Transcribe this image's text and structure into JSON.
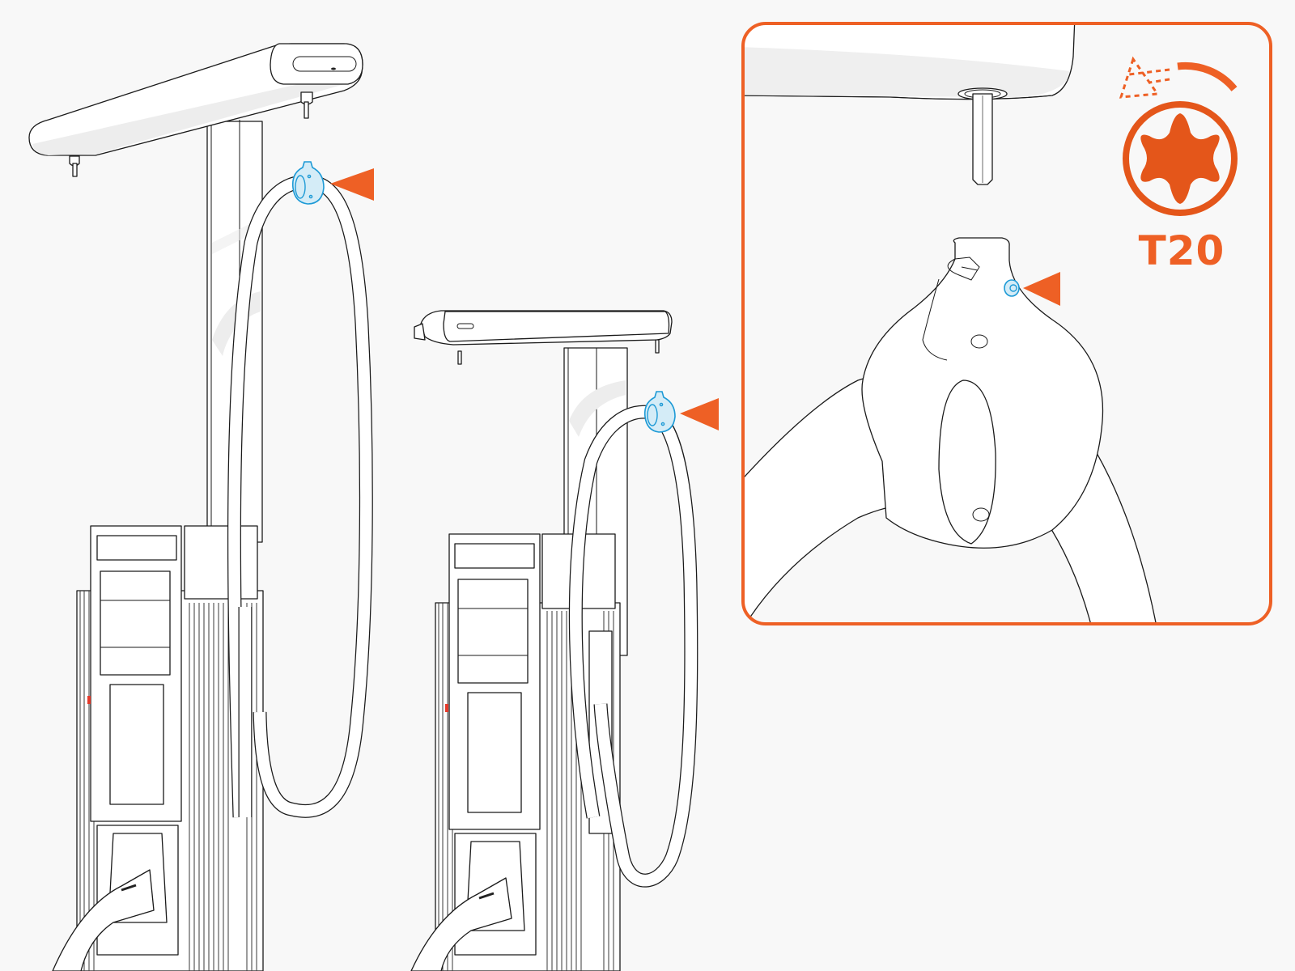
{
  "figure": {
    "type": "installation-illustration",
    "subject": "EV charger cable hook / holder mounting"
  },
  "colors": {
    "background": "#f8f8f8",
    "accent": "#ee6025",
    "accent_dark": "#e4561a",
    "highlight_part": "#1d9ad6",
    "highlight_fill": "#d4ecf7",
    "line": "#1a1a1a"
  },
  "left_unit": {
    "label": "charger-with-canopy-bar",
    "pointer": "orange-arrow-to-cable-hook"
  },
  "middle_unit": {
    "label": "charger-with-short-canopy",
    "pointer": "orange-arrow-to-cable-hook"
  },
  "inset": {
    "tool": {
      "icon": "torx-star-icon",
      "label": "T20",
      "rotation": "counter-clockwise-arrow-icon"
    },
    "pointer": "orange-arrow-to-set-screw"
  }
}
